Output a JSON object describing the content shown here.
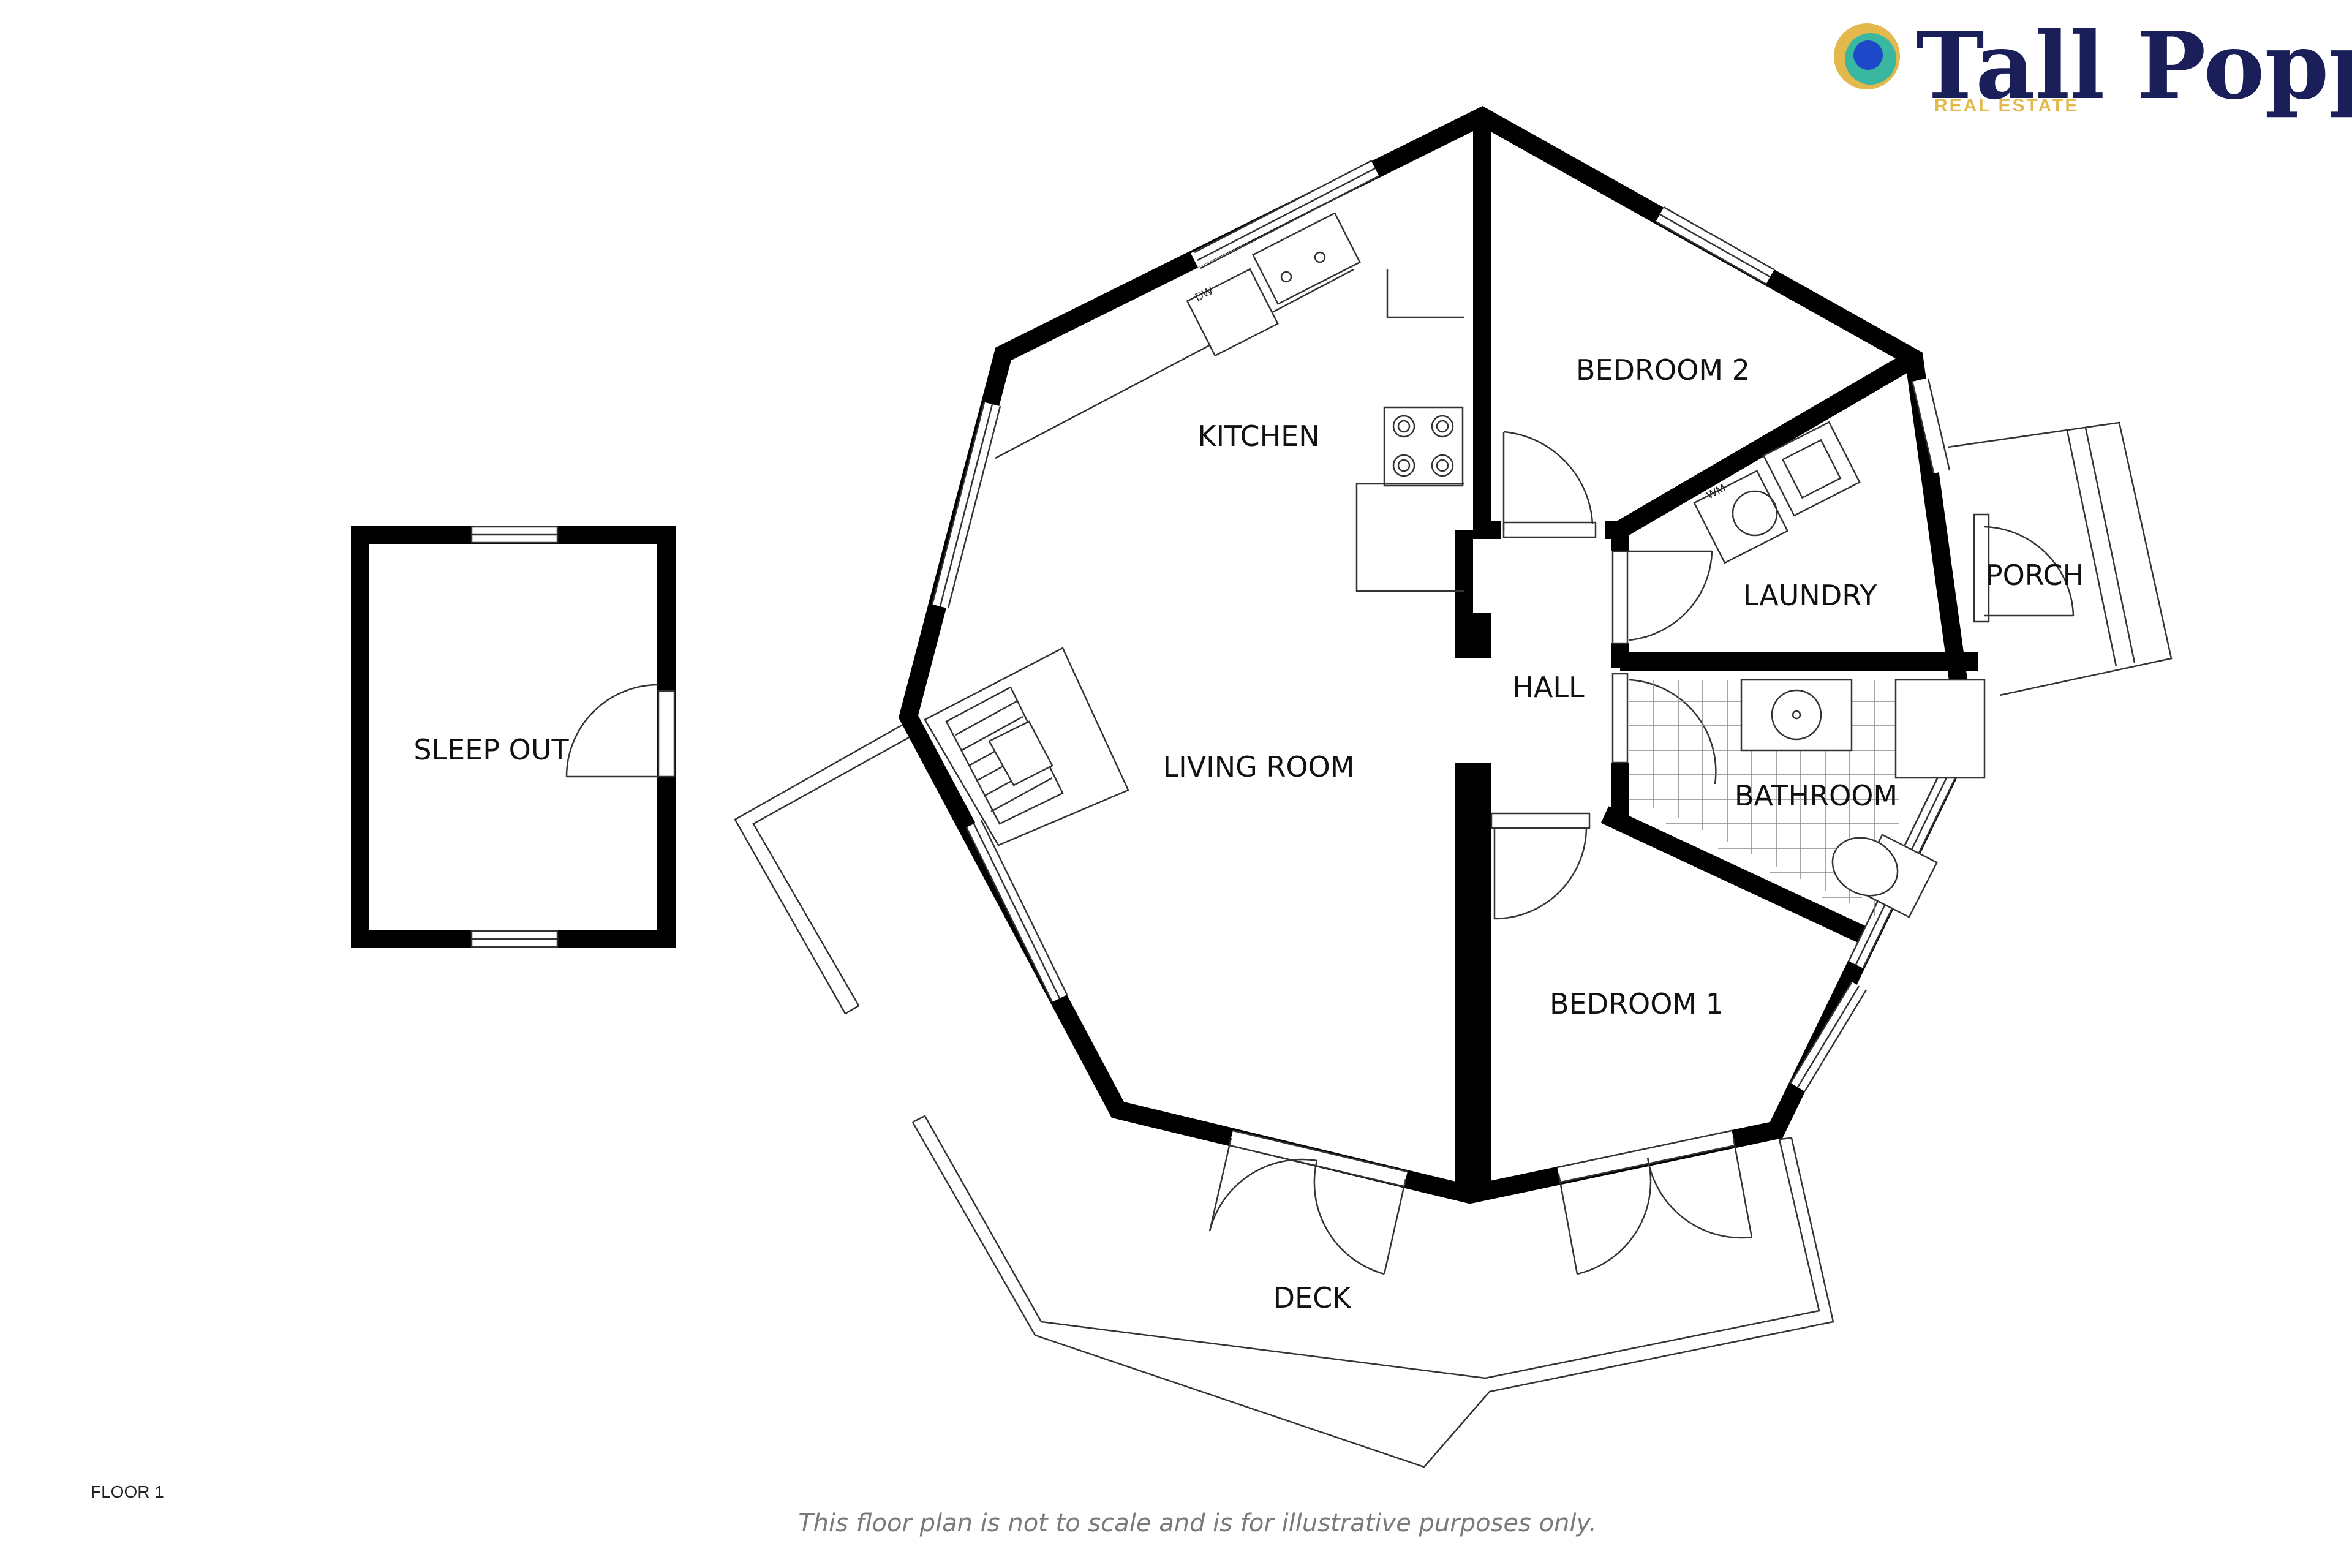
{
  "brand": {
    "name": "Tall Poppy",
    "tagline": "REAL ESTATE",
    "colors": {
      "navy": "#1a1f5a",
      "gold": "#e3b84c",
      "teal": "#39b7a0",
      "blue": "#1d49c8"
    }
  },
  "rooms": {
    "kitchen": "KITCHEN",
    "bedroom2": "BEDROOM 2",
    "laundry": "LAUNDRY",
    "porch": "PORCH",
    "hall": "HALL",
    "living_room": "LIVING ROOM",
    "bathroom": "BATHROOM",
    "bedroom1": "BEDROOM 1",
    "sleep_out": "SLEEP OUT",
    "deck": "DECK"
  },
  "appliances": {
    "dishwasher": "DW",
    "washing_machine": "WM"
  },
  "floor_label": "FLOOR 1",
  "disclaimer": "This floor plan is not to scale and is for illustrative purposes only."
}
